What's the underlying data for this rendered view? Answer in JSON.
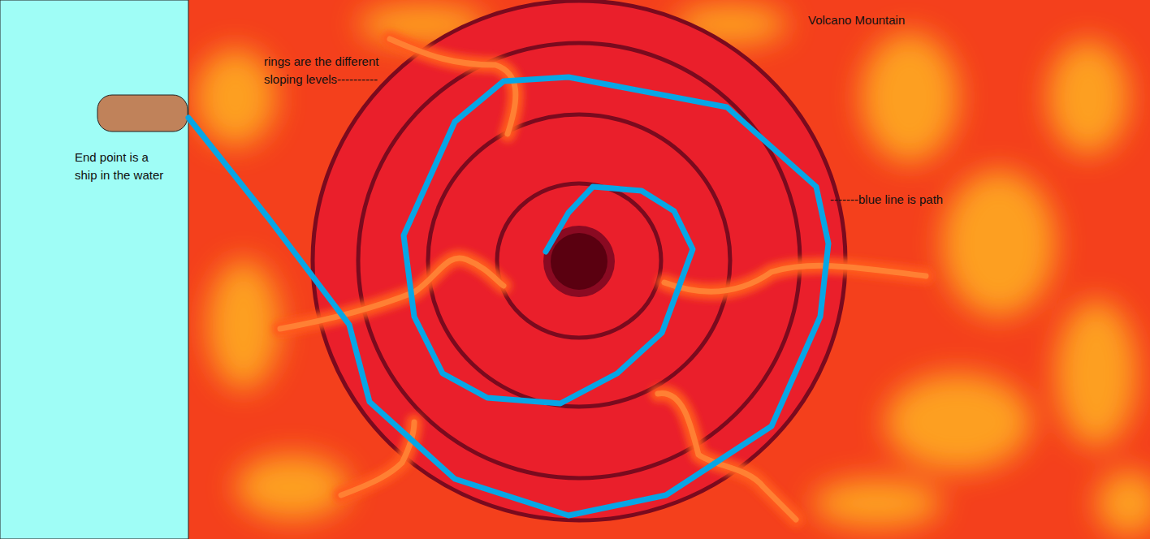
{
  "diagram": {
    "labels": [
      "Volcano Mountain",
      "rings are the different sloping levels----------",
      "End point is a ship in the water",
      "-------blue line is path"
    ]
  }
}
